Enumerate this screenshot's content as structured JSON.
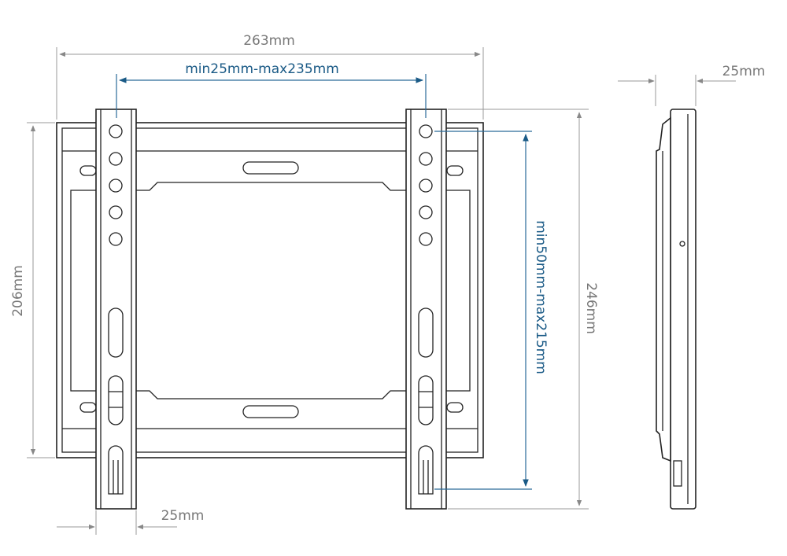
{
  "dimensions": {
    "overall_width": "263mm",
    "mounting_width_range": "min25mm-max235mm",
    "depth": "25mm",
    "frame_height": "206mm",
    "mounting_height_range": "min50mm-max215mm",
    "overall_height": "246mm",
    "arm_width": "25mm"
  },
  "colors": {
    "dimension_gray": "#777777",
    "dimension_blue": "#1a5a86",
    "outline": "#222222"
  }
}
